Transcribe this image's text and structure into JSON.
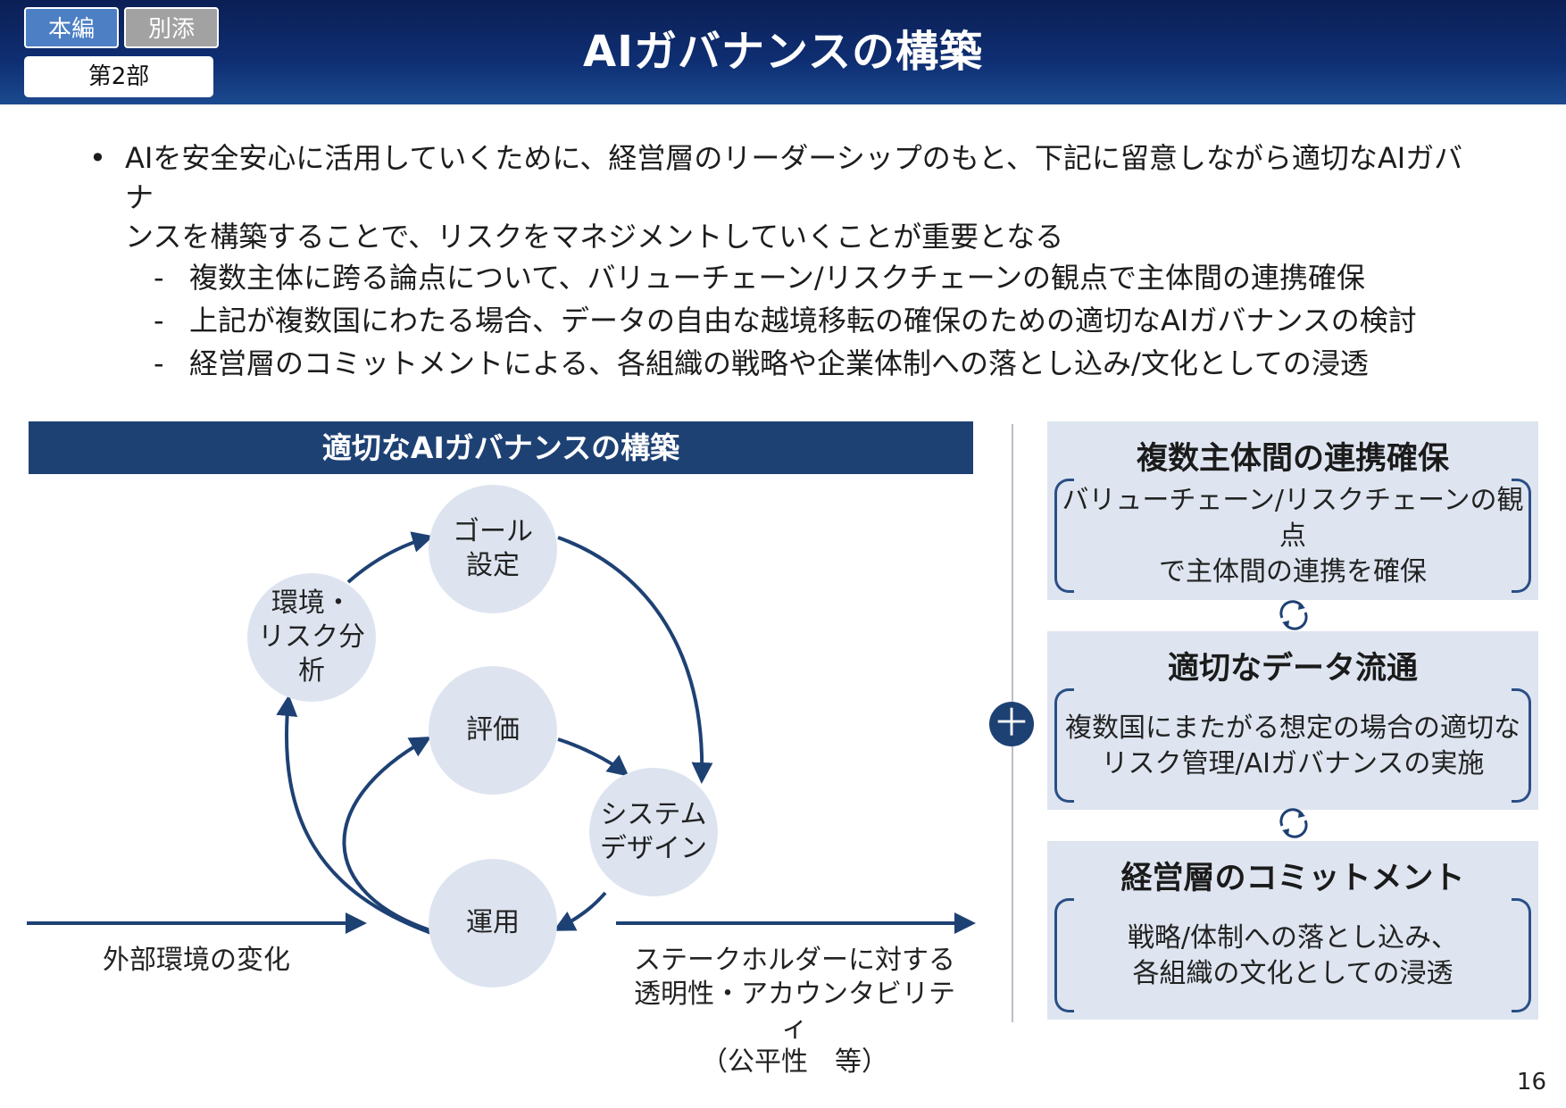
{
  "header": {
    "title": "AIガバナンスの構築",
    "tab_main": "本編",
    "tab_appendix": "別添",
    "part": "第2部"
  },
  "bullets": {
    "main_line1": "AIを安全安心に活用していくために、経営層のリーダーシップのもと、下記に留意しながら適切なAIガバナ",
    "main_line2": "ンスを構築することで、リスクをマネジメントしていくことが重要となる",
    "subs": [
      "複数主体に跨る論点について、バリューチェーン/リスクチェーンの観点で主体間の連携確保",
      "上記が複数国にわたる場合、データの自由な越境移転の確保のための適切なAIガバナンスの検討",
      "経営層のコミットメントによる、各組織の戦略や企業体制への落とし込み/文化としての浸透"
    ]
  },
  "cycle": {
    "title": "適切なAIガバナンスの構築",
    "nodes": {
      "goal": "ゴール\n設定",
      "env": "環境・\nリスク分析",
      "eval": "評価",
      "system": "システム\nデザイン",
      "ops": "運用"
    },
    "external_label": "外部環境の変化",
    "stakeholder_label": "ステークホルダーに対する\n透明性・アカウンタビリティ\n（公平性　等）"
  },
  "cards": [
    {
      "title": "複数主体間の連携確保",
      "body": "バリューチェーン/リスクチェーンの観点\nで主体間の連携を確保"
    },
    {
      "title": "適切なデータ流通",
      "body": "複数国にまたがる想定の場合の適切な\nリスク管理/AIガバナンスの実施"
    },
    {
      "title": "経営層のコミットメント",
      "body": "戦略/体制への落とし込み、\n各組織の文化としての浸透"
    }
  ],
  "plus_symbol": "＋",
  "page_number": "16",
  "colors": {
    "header_dark": "#0b1f55",
    "accent_navy": "#1e4174",
    "node_fill": "#dde4f0",
    "card_fill": "#dee5f0"
  }
}
